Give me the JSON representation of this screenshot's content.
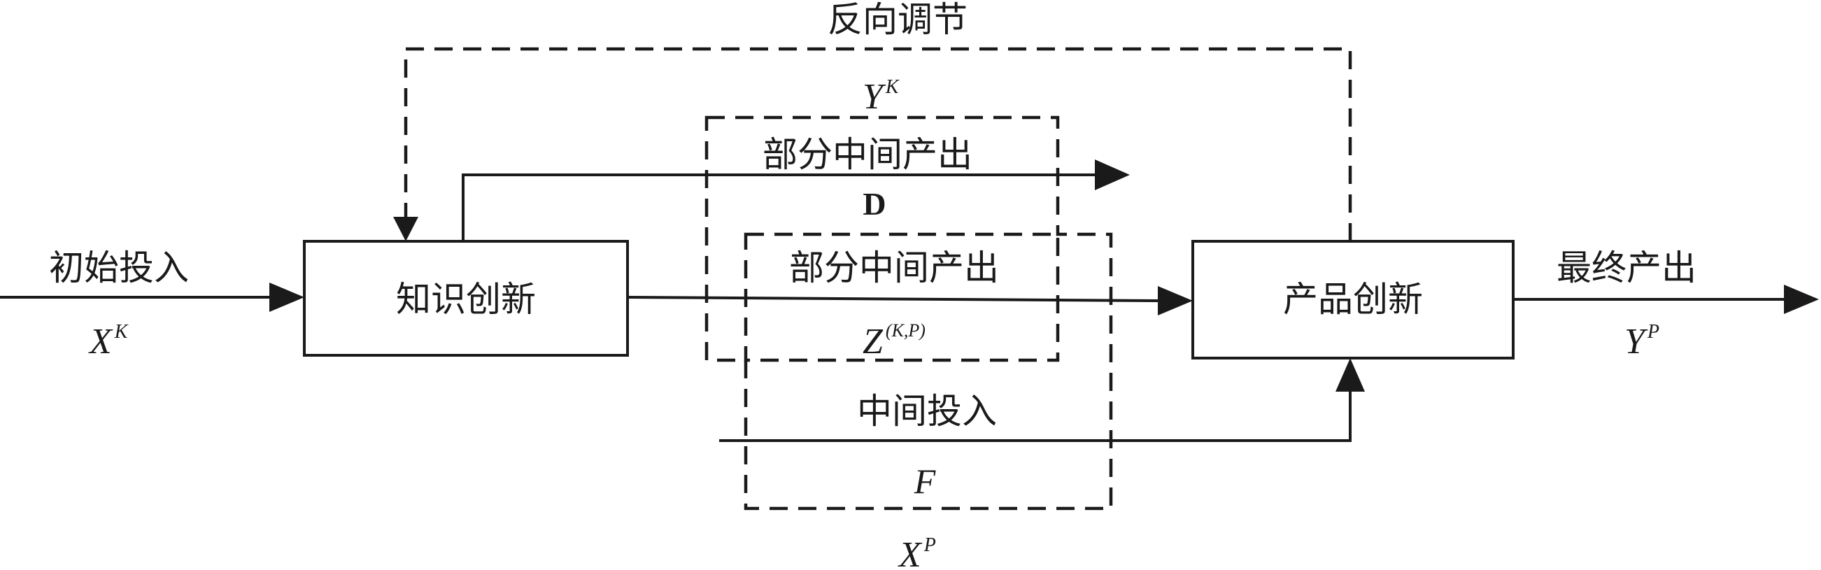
{
  "feedback_label": "反向调节",
  "knowledge_box": "知识创新",
  "product_box": "产品创新",
  "initial_input": {
    "label": "初始投入",
    "symbol": "X",
    "superscript": "K"
  },
  "final_output": {
    "label": "最终产出",
    "symbol": "Y",
    "superscript": "P"
  },
  "outer_group": {
    "symbol": "Y",
    "superscript": "K",
    "label": "部分中间产出",
    "letter": "D"
  },
  "inner_group": {
    "label": "部分中间产出",
    "symbol": "Z",
    "superscript": "(K,P)"
  },
  "intermediate_input": {
    "label": "中间投入",
    "letter": "F"
  },
  "bottom_group": {
    "symbol": "X",
    "superscript": "P"
  }
}
